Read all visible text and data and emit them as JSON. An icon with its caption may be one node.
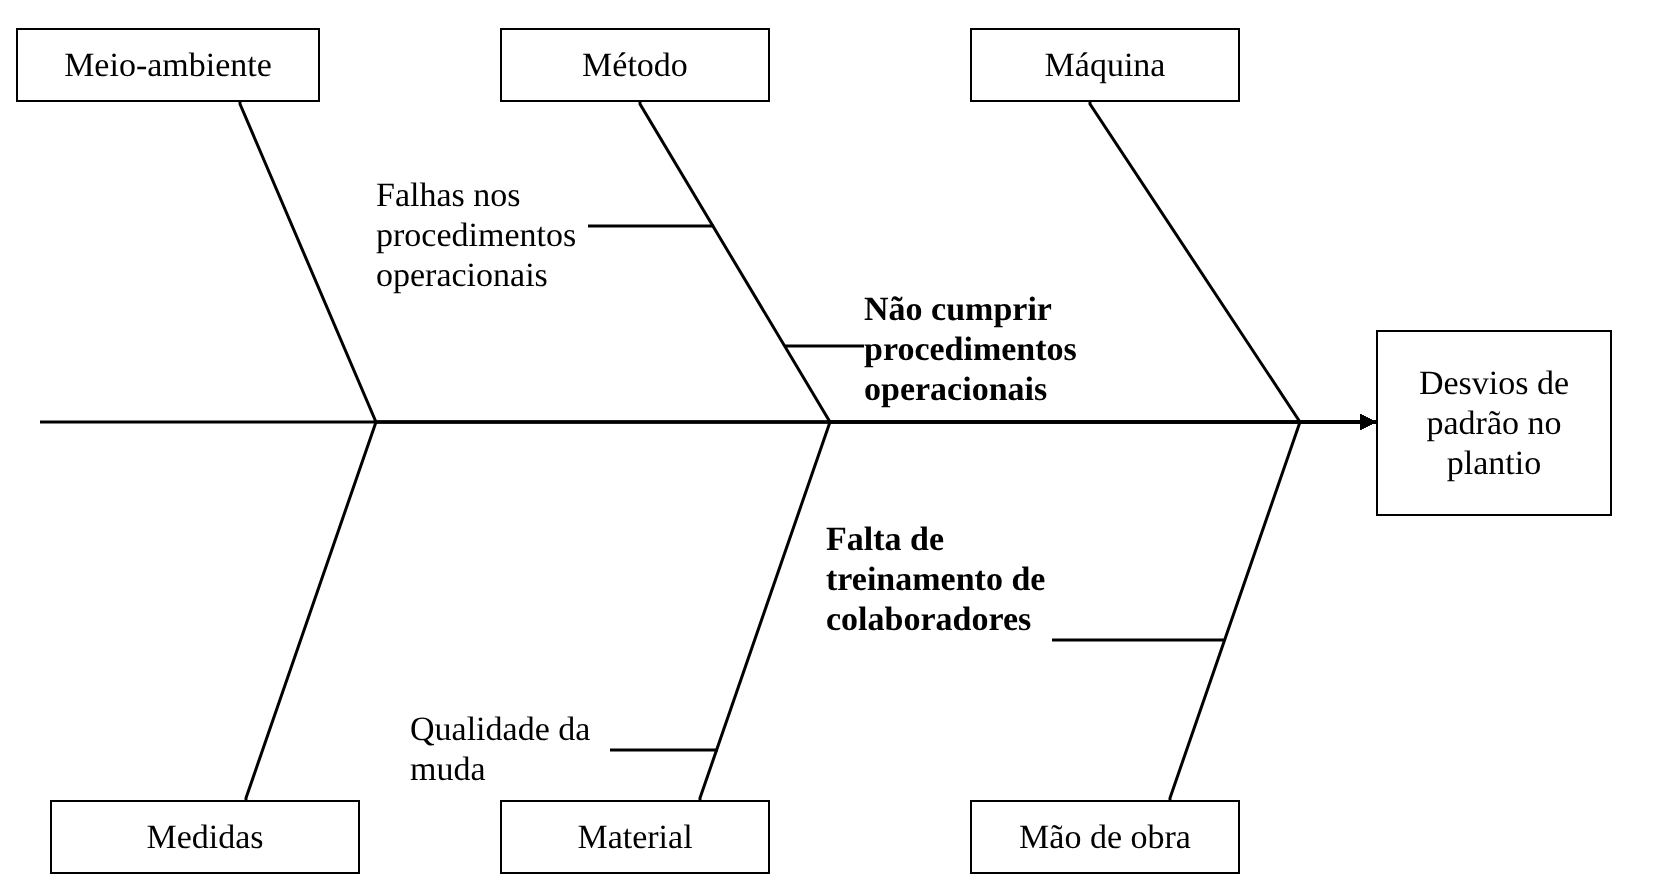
{
  "diagram": {
    "nodes": [
      {
        "text": [
          "Meio-ambiente"
        ]
      },
      {
        "text": [
          "Método"
        ]
      },
      {
        "text": [
          "Máquina"
        ]
      },
      {
        "text": [
          "Desvios de padrão no plantio"
        ]
      },
      {
        "text": [
          "Falhas nos procedimentos operacionais"
        ]
      },
      {
        "text": [
          "Não cumprir procedimentos operacionais"
        ]
      },
      {
        "text": [
          "Falta de treinamento de colaboradores"
        ]
      },
      {
        "text": [
          "Qualidade da muda"
        ]
      },
      {
        "text": [
          "Medidas"
        ]
      },
      {
        "text": [
          "Material"
        ]
      },
      {
        "text": [
          "Mão de obra"
        ]
      }
    ],
    "edges": [
      {
        "from": null,
        "to": 3,
        "arrow": "to"
      },
      {
        "from": 0,
        "to": 3,
        "arrow": "to"
      },
      {
        "from": 1,
        "to": 3,
        "arrow": "to"
      },
      {
        "from": 2,
        "to": 3,
        "arrow": "to"
      },
      {
        "from": 8,
        "to": 3,
        "arrow": "to"
      },
      {
        "from": 9,
        "to": 3,
        "arrow": "to"
      },
      {
        "from": 10,
        "to": 3,
        "arrow": "to"
      },
      {
        "from": 4,
        "to": null,
        "arrow": "none"
      },
      {
        "from": 5,
        "to": null,
        "arrow": "none"
      },
      {
        "from": 6,
        "to": null,
        "arrow": "none"
      },
      {
        "from": 7,
        "to": null,
        "arrow": "none"
      }
    ]
  }
}
